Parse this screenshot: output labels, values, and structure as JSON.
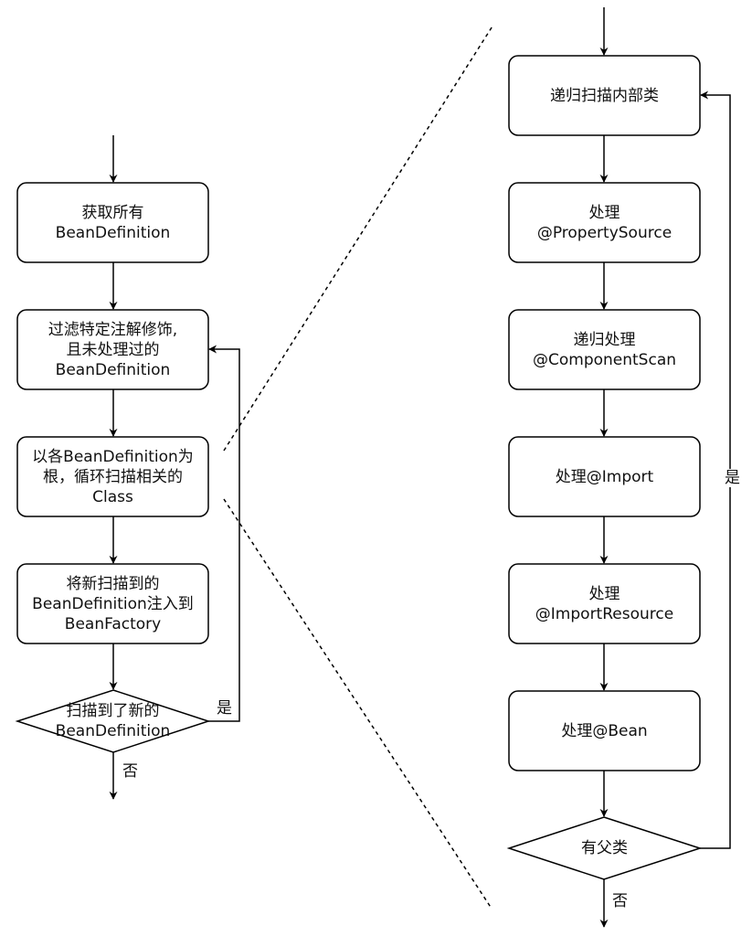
{
  "colors": {
    "stroke": "#000000",
    "fill": "#ffffff",
    "text": "#111111"
  },
  "left_flow": {
    "nodes": [
      {
        "id": "get-all-bean-definitions",
        "type": "process",
        "text": "获取所有\nBeanDefinition"
      },
      {
        "id": "filter-annotated",
        "type": "process",
        "text": "过滤特定注解修饰,\n且未处理过的\nBeanDefinition"
      },
      {
        "id": "scan-related-classes",
        "type": "process",
        "text": "以各BeanDefinition为\n根，循环扫描相关的\nClass"
      },
      {
        "id": "register-new-definitions",
        "type": "process",
        "text": "将新扫描到的\nBeanDefinition注入到\nBeanFactory"
      },
      {
        "id": "found-new-definitions",
        "type": "decision",
        "text": "扫描到了新的\nBeanDefinition"
      }
    ],
    "yes_label": "是",
    "no_label": "否"
  },
  "right_flow": {
    "nodes": [
      {
        "id": "scan-inner-classes",
        "type": "process",
        "text": "递归扫描内部类"
      },
      {
        "id": "process-property-source",
        "type": "process",
        "text": "处理\n@PropertySource"
      },
      {
        "id": "process-component-scan",
        "type": "process",
        "text": "递归处理\n@ComponentScan"
      },
      {
        "id": "process-import",
        "type": "process",
        "text": "处理@Import"
      },
      {
        "id": "process-import-resource",
        "type": "process",
        "text": "处理\n@ImportResource"
      },
      {
        "id": "process-bean",
        "type": "process",
        "text": "处理@Bean"
      },
      {
        "id": "has-superclass",
        "type": "decision",
        "text": "有父类"
      }
    ],
    "yes_label": "是",
    "no_label": "否"
  }
}
